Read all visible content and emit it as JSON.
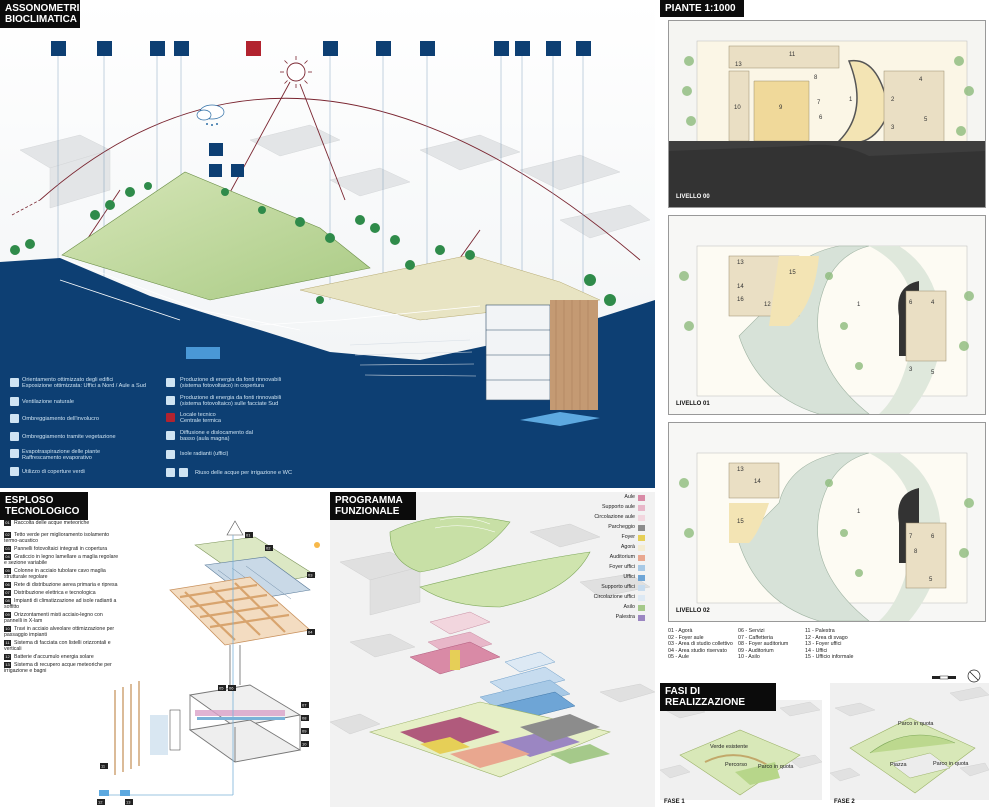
{
  "headers": {
    "bio_line1": "ASSONOMETRIA",
    "bio_line2": "BIOCLIMATICA",
    "piante": "PIANTE 1:1000",
    "esploso_line1": "ESPLOSO",
    "esploso_line2": "TECNOLOGICO",
    "programma_line1": "PROGRAMMA",
    "programma_line2": "FUNZIONALE",
    "fasi": "FASI DI REALIZZAZIONE"
  },
  "bio_legend": [
    "Orientamento ottimizzato degli edifici",
    "Esposizione ottimizzata: Uffici a Nord / Aule a Sud",
    "Ventilazione naturale",
    "Ombreggiamento dell'involucro",
    "Ombreggiamento tramite vegetazione",
    "Evapotraspirazione delle piante",
    "Raffrescamento evaporativo",
    "Utilizzo di coperture verdi",
    "Produzione di energia da fonti rinnovabili",
    "(sistema fotovoltaico) in copertura",
    "Produzione di energia da fonti rinnovabili",
    "(sistema fotovoltaico) sulle facciate Sud",
    "Locale tecnico",
    "Centrale termica",
    "Diffusione e dislocamento dal",
    "basso (aula magna)",
    "Isole radianti (uffici)",
    "Riuso delle acque per irrigazione e WC"
  ],
  "esploso_list": [
    {
      "n": "01",
      "text": "Raccolta delle acque meteoriche"
    },
    {
      "n": "02",
      "text": "Tetto verde per miglioramento isolamento termo-acustico"
    },
    {
      "n": "03",
      "text": "Pannelli fotovoltaici integrati in copertura"
    },
    {
      "n": "04",
      "text": "Graticcio in legno lamellare a maglia regolare e sezione variabile"
    },
    {
      "n": "05",
      "text": "Colonne in acciaio tubolare cavo maglia strutturale regolare"
    },
    {
      "n": "06",
      "text": "Rete di distribuzione aerea primaria e ripresa"
    },
    {
      "n": "07",
      "text": "Distribuzione elettrica e tecnologica"
    },
    {
      "n": "08",
      "text": "Impianti di climatizzazione ad isole radianti a soffitto"
    },
    {
      "n": "09",
      "text": "Orizzontamenti misti acciaio-legno con pannelli in X-lam"
    },
    {
      "n": "10",
      "text": "Travi in acciaio alveolare ottimizzazione per passaggio impianti"
    },
    {
      "n": "11",
      "text": "Sistema di facciata con listelli orizzontali e verticali"
    },
    {
      "n": "12",
      "text": "Batterie d'accumulo energia solare"
    },
    {
      "n": "13",
      "text": "Sistema di recupero acque meteoriche per irrigazione e bagni"
    }
  ],
  "esploso_callouts": [
    "01",
    "02",
    "03",
    "04",
    "05",
    "06",
    "07",
    "08",
    "09",
    "10",
    "11",
    "12",
    "13"
  ],
  "programma_legend": [
    {
      "label": "Aule",
      "color": "#d98aa6"
    },
    {
      "label": "Supporto aule",
      "color": "#e8b7c9"
    },
    {
      "label": "Circolazione aule",
      "color": "#f2d6de"
    },
    {
      "label": "Parcheggio",
      "color": "#8c8c8c"
    },
    {
      "label": "Foyer",
      "color": "#e6cf57"
    },
    {
      "label": "Agorà",
      "color": "#f4ecd2"
    },
    {
      "label": "Auditorium",
      "color": "#e9a78f"
    },
    {
      "label": "Foyer uffici",
      "color": "#a7c9e6"
    },
    {
      "label": "Uffici",
      "color": "#6ea5d6"
    },
    {
      "label": "Supporto uffici",
      "color": "#c7dcef"
    },
    {
      "label": "Circolazione uffici",
      "color": "#dde9f4"
    },
    {
      "label": "Asilo",
      "color": "#a5c98a"
    },
    {
      "label": "Palestra",
      "color": "#9b86c2"
    }
  ],
  "plans": [
    {
      "label": "LIVELLO 00"
    },
    {
      "label": "LIVELLO 01"
    },
    {
      "label": "LIVELLO 02"
    }
  ],
  "plan_numbers_00": [
    "11",
    "13",
    "8",
    "10",
    "9",
    "7",
    "6",
    "1",
    "2",
    "3",
    "4",
    "5"
  ],
  "plan_numbers_01": [
    "13",
    "15",
    "14",
    "16",
    "12",
    "1",
    "6",
    "4",
    "3",
    "5"
  ],
  "plan_numbers_02": [
    "13",
    "14",
    "15",
    "1",
    "7",
    "6",
    "8",
    "5"
  ],
  "plan_key": [
    [
      "01 - Agorà",
      "02 - Foyer aule",
      "03 - Area di studio collettivo",
      "04 - Area studio riservato",
      "05 - Aule"
    ],
    [
      "06 - Servizi",
      "07 - Caffetteria",
      "08 - Foyer auditorium",
      "09 - Auditorium",
      "10 - Asilo"
    ],
    [
      "11 - Palestra",
      "12 - Area di svago",
      "13 - Foyer uffici",
      "14 - Uffici",
      "15 - Ufficio informale"
    ]
  ],
  "fasi": [
    {
      "label": "FASE 1",
      "notes": [
        "Verde esistente",
        "Percorso",
        "Parco in quota"
      ]
    },
    {
      "label": "FASE 2",
      "notes": [
        "Parco in quota",
        "Piazza",
        "Parco in quota"
      ]
    }
  ]
}
